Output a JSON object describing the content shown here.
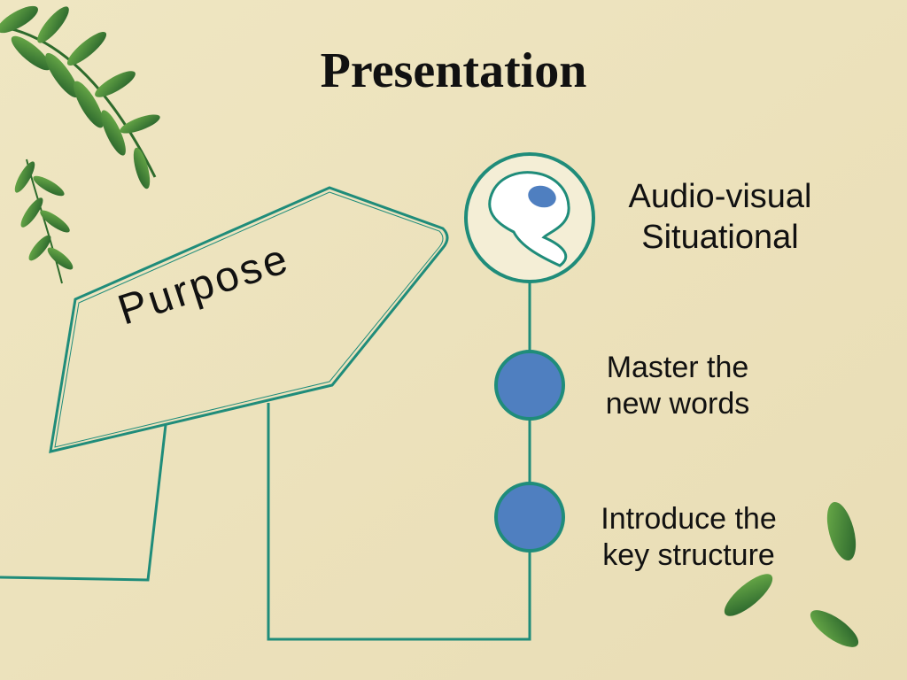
{
  "slide": {
    "title": "Presentation",
    "center_label": "Purpose",
    "items": [
      {
        "label_line1": "Audio-visual",
        "label_line2": "Situational",
        "marker": "swirl-icon"
      },
      {
        "label_line1": "Master the",
        "label_line2": "new words",
        "marker": "blue-dot"
      },
      {
        "label_line1": "Introduce the",
        "label_line2": "key structure",
        "marker": "blue-dot"
      }
    ]
  },
  "colors": {
    "background": "#ede3bd",
    "line": "#1f8c7a",
    "dot_fill": "#4f7fc0",
    "leaf": "#3e8a3a"
  }
}
